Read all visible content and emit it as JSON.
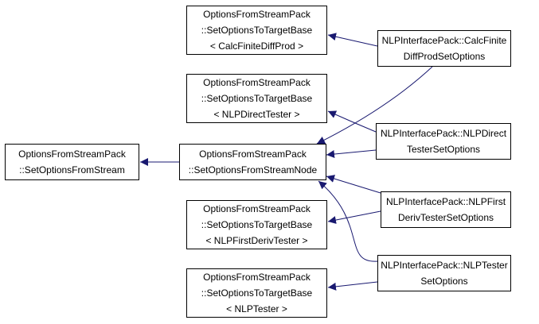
{
  "colors": {
    "edge": "#191970",
    "border": "#000000",
    "background": "#ffffff"
  },
  "nodes": {
    "set_options_from_stream": {
      "lines": [
        "OptionsFromStreamPack",
        "::SetOptionsFromStream"
      ]
    },
    "set_options_from_stream_node": {
      "lines": [
        "OptionsFromStreamPack",
        "::SetOptionsFromStreamNode"
      ]
    },
    "target_base_calc": {
      "lines": [
        "OptionsFromStreamPack",
        "::SetOptionsToTargetBase",
        "< CalcFiniteDiffProd >"
      ]
    },
    "target_base_direct": {
      "lines": [
        "OptionsFromStreamPack",
        "::SetOptionsToTargetBase",
        "< NLPDirectTester >"
      ]
    },
    "target_base_firstderiv": {
      "lines": [
        "OptionsFromStreamPack",
        "::SetOptionsToTargetBase",
        "< NLPFirstDerivTester >"
      ]
    },
    "target_base_tester": {
      "lines": [
        "OptionsFromStreamPack",
        "::SetOptionsToTargetBase",
        "< NLPTester >"
      ]
    },
    "calc_finite_diff_prod_set_options": {
      "lines": [
        "NLPInterfacePack::CalcFinite",
        "DiffProdSetOptions"
      ]
    },
    "nlp_direct_tester_set_options": {
      "lines": [
        "NLPInterfacePack::NLPDirect",
        "TesterSetOptions"
      ]
    },
    "nlp_first_deriv_tester_set_options": {
      "lines": [
        "NLPInterfacePack::NLPFirst",
        "DerivTesterSetOptions"
      ]
    },
    "nlp_tester_set_options": {
      "lines": [
        "NLPInterfacePack::NLPTester",
        "SetOptions"
      ]
    }
  },
  "edges": [
    {
      "from": "set_options_from_stream_node",
      "to": "set_options_from_stream"
    },
    {
      "from": "calc_finite_diff_prod_set_options",
      "to": "target_base_calc"
    },
    {
      "from": "calc_finite_diff_prod_set_options",
      "to": "set_options_from_stream_node"
    },
    {
      "from": "nlp_direct_tester_set_options",
      "to": "target_base_direct"
    },
    {
      "from": "nlp_direct_tester_set_options",
      "to": "set_options_from_stream_node"
    },
    {
      "from": "nlp_first_deriv_tester_set_options",
      "to": "target_base_firstderiv"
    },
    {
      "from": "nlp_first_deriv_tester_set_options",
      "to": "set_options_from_stream_node"
    },
    {
      "from": "nlp_tester_set_options",
      "to": "target_base_tester"
    },
    {
      "from": "nlp_tester_set_options",
      "to": "set_options_from_stream_node"
    }
  ]
}
